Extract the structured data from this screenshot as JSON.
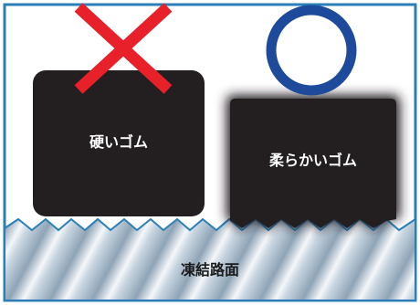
{
  "hard_block": {
    "label": "硬いゴム",
    "mark": "cross-icon",
    "mark_color": "#e8202a"
  },
  "soft_block": {
    "label": "柔らかいゴム",
    "mark": "circle-icon",
    "mark_color": "#1d4a9a"
  },
  "ice_surface": {
    "label": "凍結路面"
  },
  "colors": {
    "frame": "#2a7fb8",
    "rubber": "#231f20",
    "ice_light": "#eef3f7",
    "ice_dark": "#9fb3c3"
  }
}
